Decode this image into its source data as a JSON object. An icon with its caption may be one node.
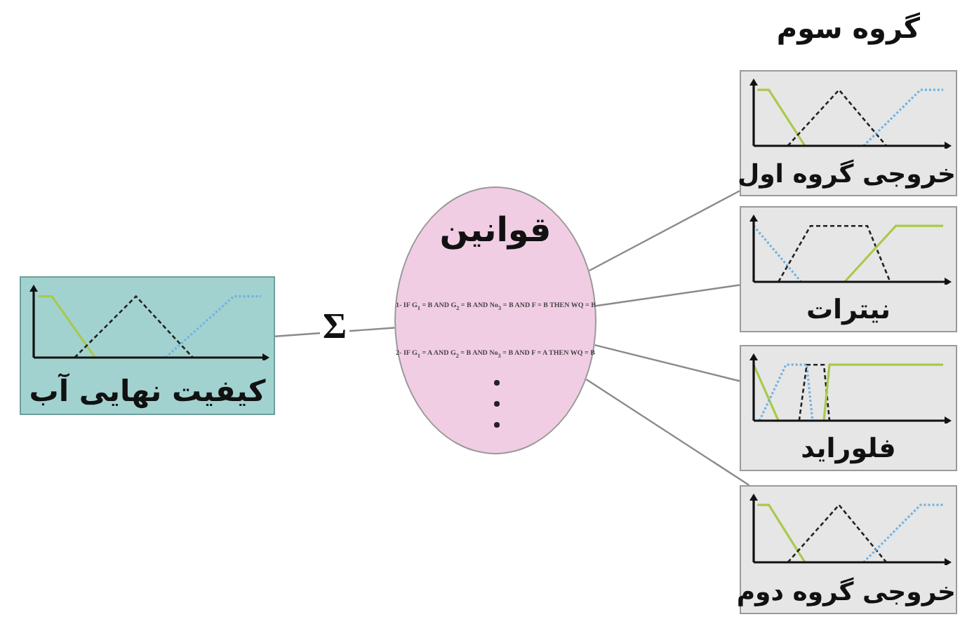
{
  "diagram": {
    "nodes": [
      {
        "text": [
          "کیفیت نهایی آب"
        ]
      },
      {
        "text": [
          "قوانین",
          "1- IF G$_{1}$ = B AND G$_{2}$ = B AND No$_{3}$ = B AND F = B THEN WQ = B",
          "2- IF G$_{1}$ = A AND G$_{2}$ = B AND No$_{3}$ = B AND F = A THEN WQ = B"
        ]
      },
      {
        "text": [
          "خروجی گروه اول"
        ]
      },
      {
        "text": [
          "نیترات"
        ]
      },
      {
        "text": [
          "فلوراید"
        ]
      },
      {
        "text": [
          "خروجی گروه دوم"
        ]
      }
    ],
    "edges": [
      {
        "from": 0,
        "to": 1,
        "arrow": "none",
        "label": "Σ"
      },
      {
        "from": 1,
        "to": 2,
        "arrow": "none"
      },
      {
        "from": 1,
        "to": 3,
        "arrow": "none"
      },
      {
        "from": 1,
        "to": 4,
        "arrow": "none"
      },
      {
        "from": 1,
        "to": 5,
        "arrow": "none"
      }
    ],
    "labels": [
      "گروه سوم"
    ]
  }
}
